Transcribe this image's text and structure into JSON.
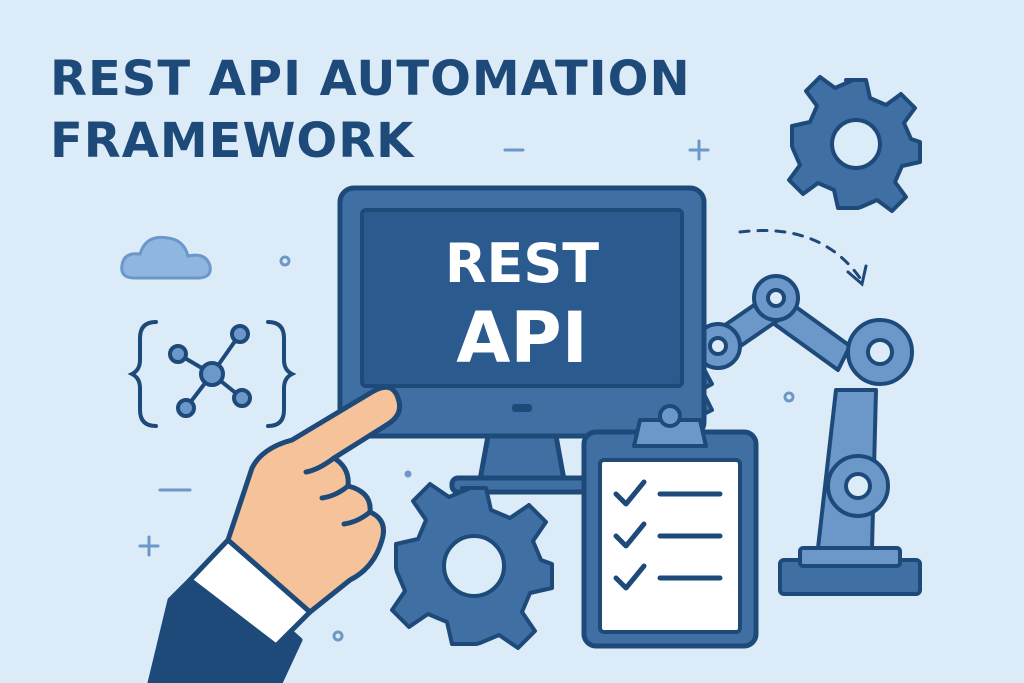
{
  "headline": {
    "line1": "REST API AUTOMATION",
    "line2": "FRAMEWORK"
  },
  "monitor": {
    "line1": "REST",
    "line2": "API"
  },
  "colors": {
    "background": "#dcebf8",
    "navy": "#1e4a7a",
    "blue": "#3f6fa3",
    "light_blue": "#6b98c9",
    "skin": "#f5c29a",
    "white": "#ffffff"
  },
  "icons": [
    "gear-icon",
    "cloud-icon",
    "network-icon",
    "robot-arm-icon",
    "clipboard-icon",
    "check-icon",
    "pointing-hand-icon",
    "monitor-icon"
  ]
}
